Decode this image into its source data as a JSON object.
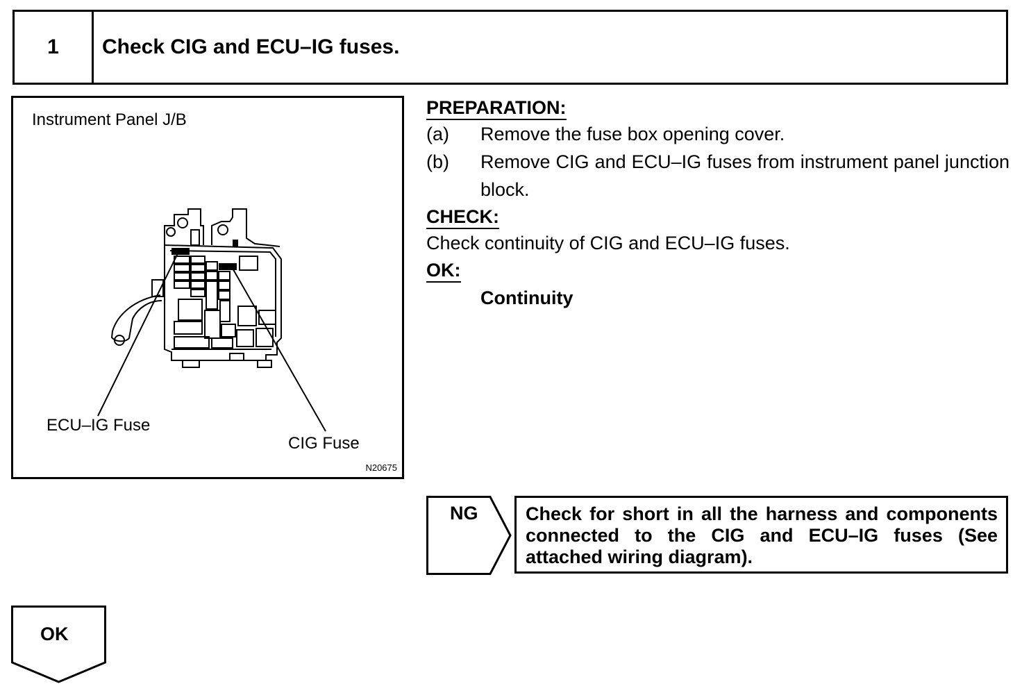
{
  "step": {
    "number": "1",
    "title": "Check CIG and ECU–IG fuses."
  },
  "figure": {
    "title": "Instrument Panel J/B",
    "label_ecu": "ECU–IG Fuse",
    "label_cig": "CIG Fuse",
    "code": "N20675"
  },
  "preparation": {
    "heading": "PREPARATION:",
    "items": [
      {
        "marker": "(a)",
        "text": "Remove the fuse box opening cover."
      },
      {
        "marker": "(b)",
        "text": "Remove CIG and ECU–IG fuses from instrument panel junction block."
      }
    ]
  },
  "check": {
    "heading": "CHECK:",
    "text": "Check continuity of CIG and ECU–IG fuses."
  },
  "ok_section": {
    "heading": "OK:",
    "result": "Continuity"
  },
  "ng": {
    "label": "NG",
    "text": "Check for short in all the harness and components connected to the CIG and ECU–IG fuses (See attached wiring diagram)."
  },
  "ok_next": {
    "label": "OK"
  }
}
